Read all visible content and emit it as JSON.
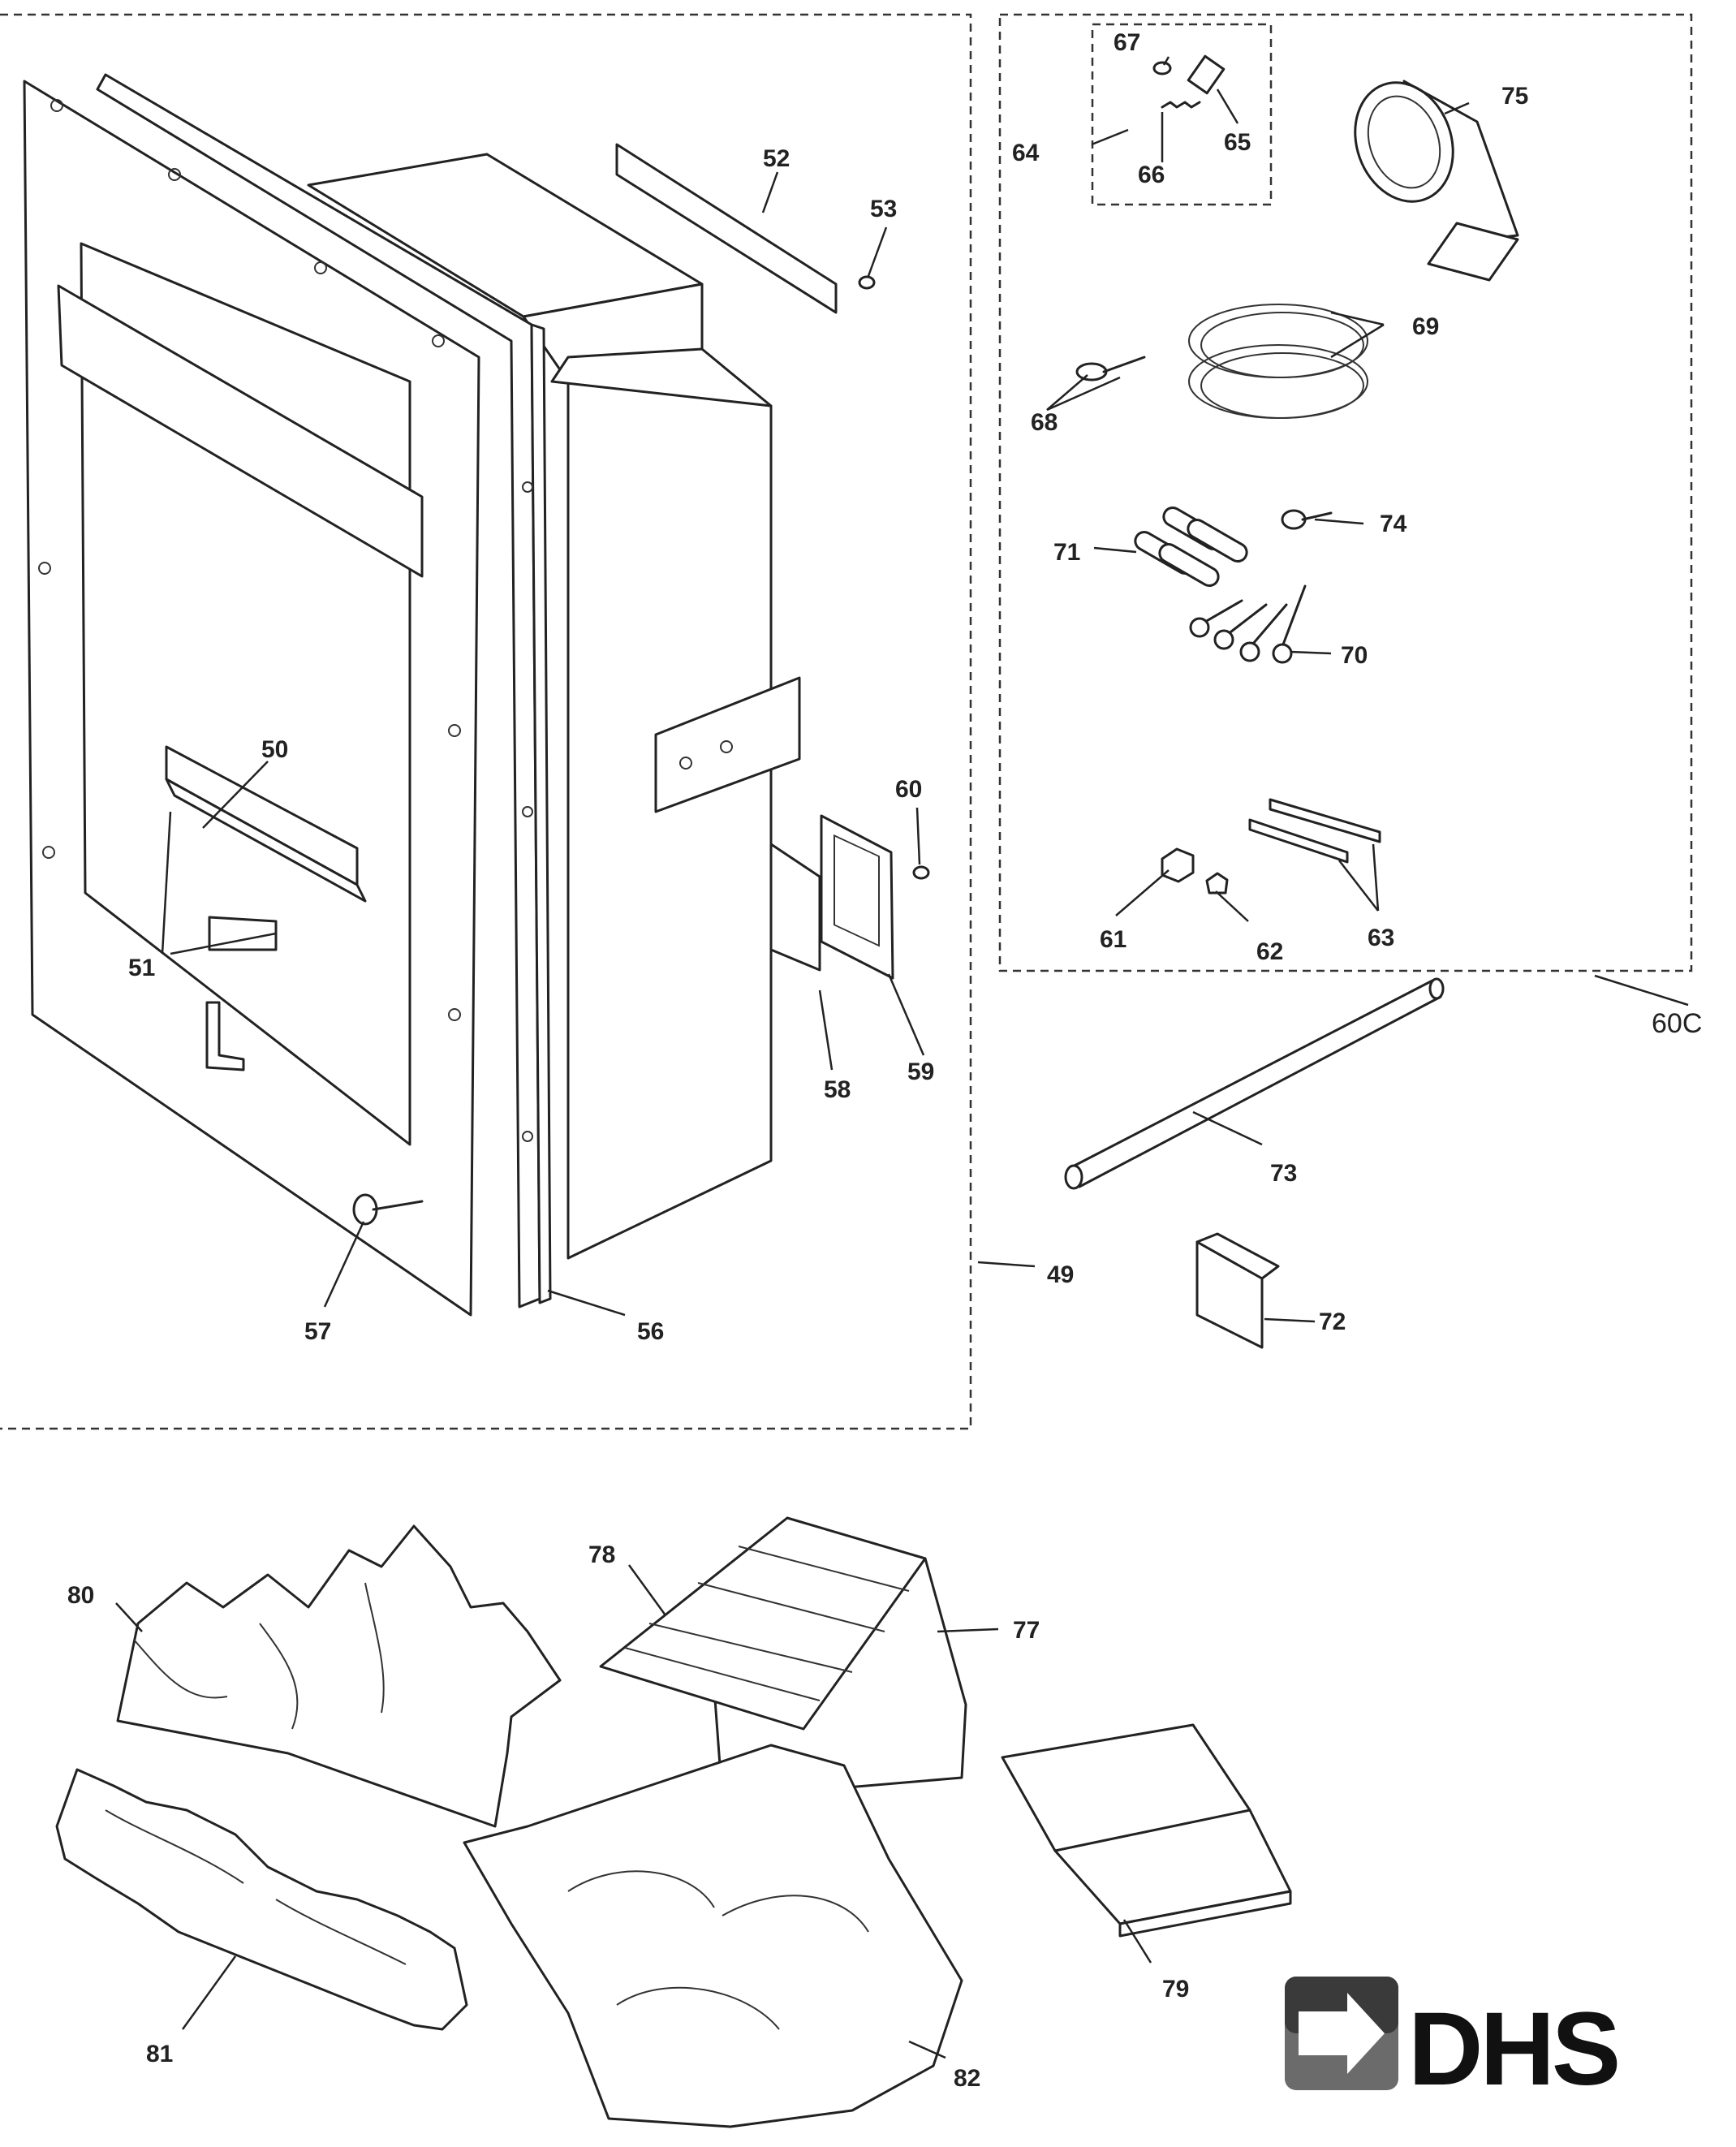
{
  "parts": {
    "p49": "49",
    "p50": "50",
    "p51": "51",
    "p52": "52",
    "p53": "53",
    "p56": "56",
    "p57": "57",
    "p58": "58",
    "p59": "59",
    "p60": "60",
    "p60c": "60C",
    "p61": "61",
    "p62": "62",
    "p63": "63",
    "p64": "64",
    "p65": "65",
    "p66": "66",
    "p67": "67",
    "p68": "68",
    "p69": "69",
    "p70": "70",
    "p71": "71",
    "p72": "72",
    "p73": "73",
    "p74": "74",
    "p75": "75",
    "p77": "77",
    "p78": "78",
    "p79": "79",
    "p80": "80",
    "p81": "81",
    "p82": "82"
  },
  "logo": {
    "text": "DHS"
  },
  "colors": {
    "line": "#222222",
    "logo_dark": "#1a1a1a",
    "logo_mid": "#6b6b6b"
  }
}
